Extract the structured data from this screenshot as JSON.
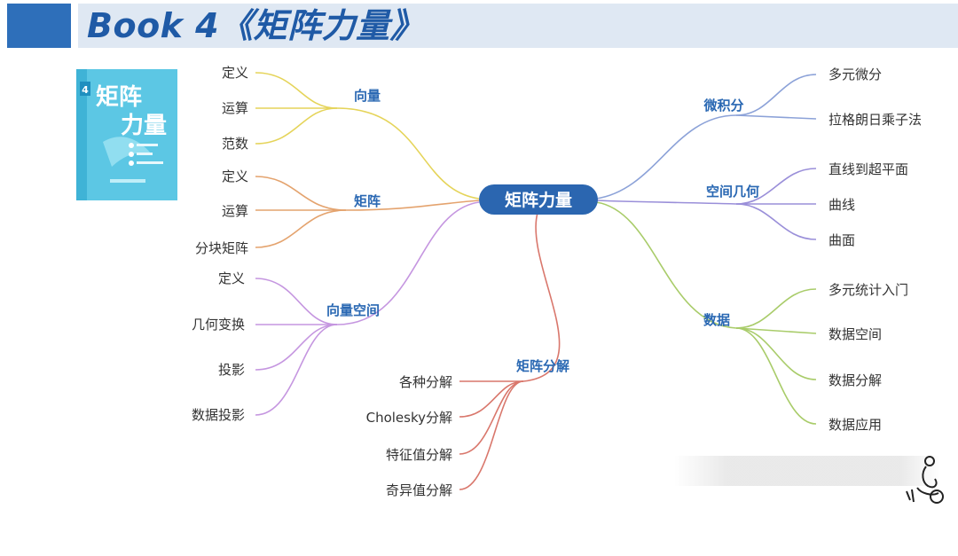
{
  "header": {
    "title": "Book 4《矩阵力量》"
  },
  "book_cover": {
    "title": "矩阵力量"
  },
  "mindmap": {
    "center": "矩阵力量",
    "branches": [
      {
        "label": "向量",
        "color": "#e5d45a",
        "children": [
          "定义",
          "运算",
          "范数"
        ]
      },
      {
        "label": "矩阵",
        "color": "#e4a36e",
        "children": [
          "定义",
          "运算",
          "分块矩阵"
        ]
      },
      {
        "label": "向量空间",
        "color": "#c596e0",
        "children": [
          "定义",
          "几何变换",
          "投影",
          "数据投影"
        ]
      },
      {
        "label": "矩阵分解",
        "color": "#d9776c",
        "children": [
          "各种分解",
          "Cholesky分解",
          "特征值分解",
          "奇异值分解"
        ]
      },
      {
        "label": "微积分",
        "color": "#8ca2d8",
        "children": [
          "多元微分",
          "拉格朗日乘子法"
        ]
      },
      {
        "label": "空间几何",
        "color": "#9a8fd9",
        "children": [
          "直线到超平面",
          "曲线",
          "曲面"
        ]
      },
      {
        "label": "数据",
        "color": "#a9cc6a",
        "children": [
          "多元统计入门",
          "数据空间",
          "数据分解",
          "数据应用"
        ]
      }
    ]
  },
  "colors": {
    "header_accent": "#2e6fba",
    "header_band": "#dfe8f3",
    "title": "#1f5aa6",
    "center_node": "#2b66b0",
    "branch_label": "#2a68b3"
  }
}
